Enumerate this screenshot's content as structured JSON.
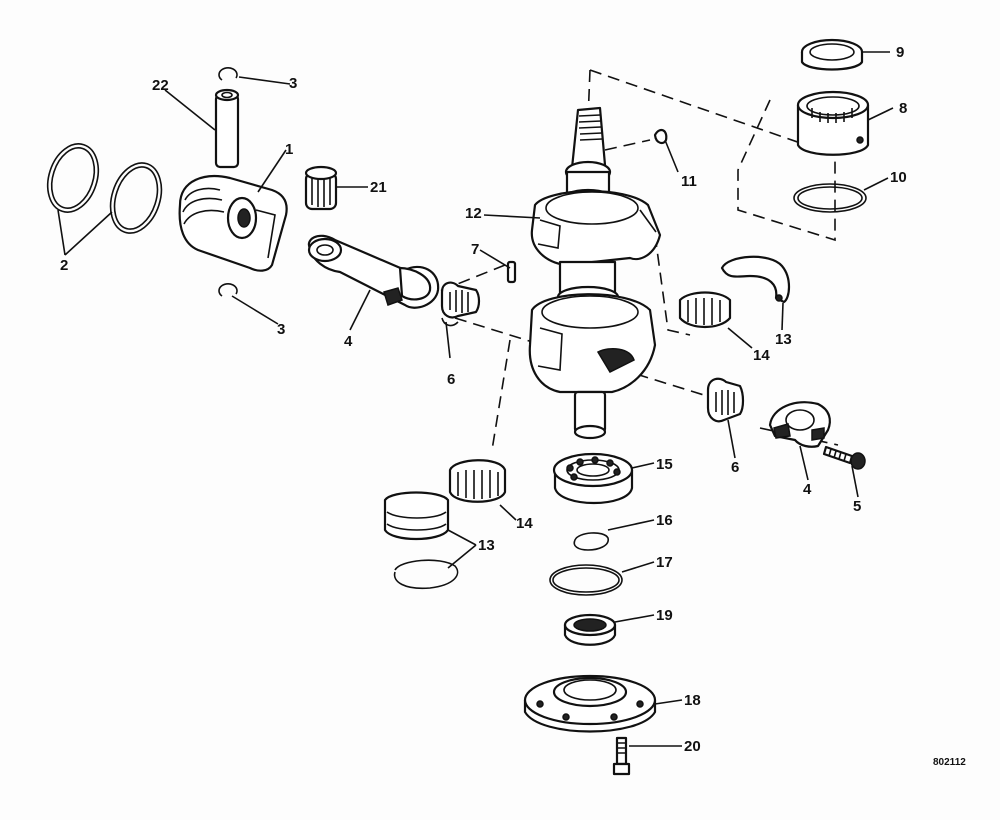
{
  "callouts": {
    "c1": "1",
    "c2": "2",
    "c3a": "3",
    "c3b": "3",
    "c4a": "4",
    "c4b": "4",
    "c5": "5",
    "c6a": "6",
    "c6b": "6",
    "c7": "7",
    "c8": "8",
    "c9": "9",
    "c10": "10",
    "c11": "11",
    "c12": "12",
    "c13a": "13",
    "c13b": "13",
    "c14a": "14",
    "c14b": "14",
    "c15": "15",
    "c16": "16",
    "c17": "17",
    "c18": "18",
    "c19": "19",
    "c20": "20",
    "c21": "21",
    "c22": "22"
  },
  "figure_code": "802112"
}
